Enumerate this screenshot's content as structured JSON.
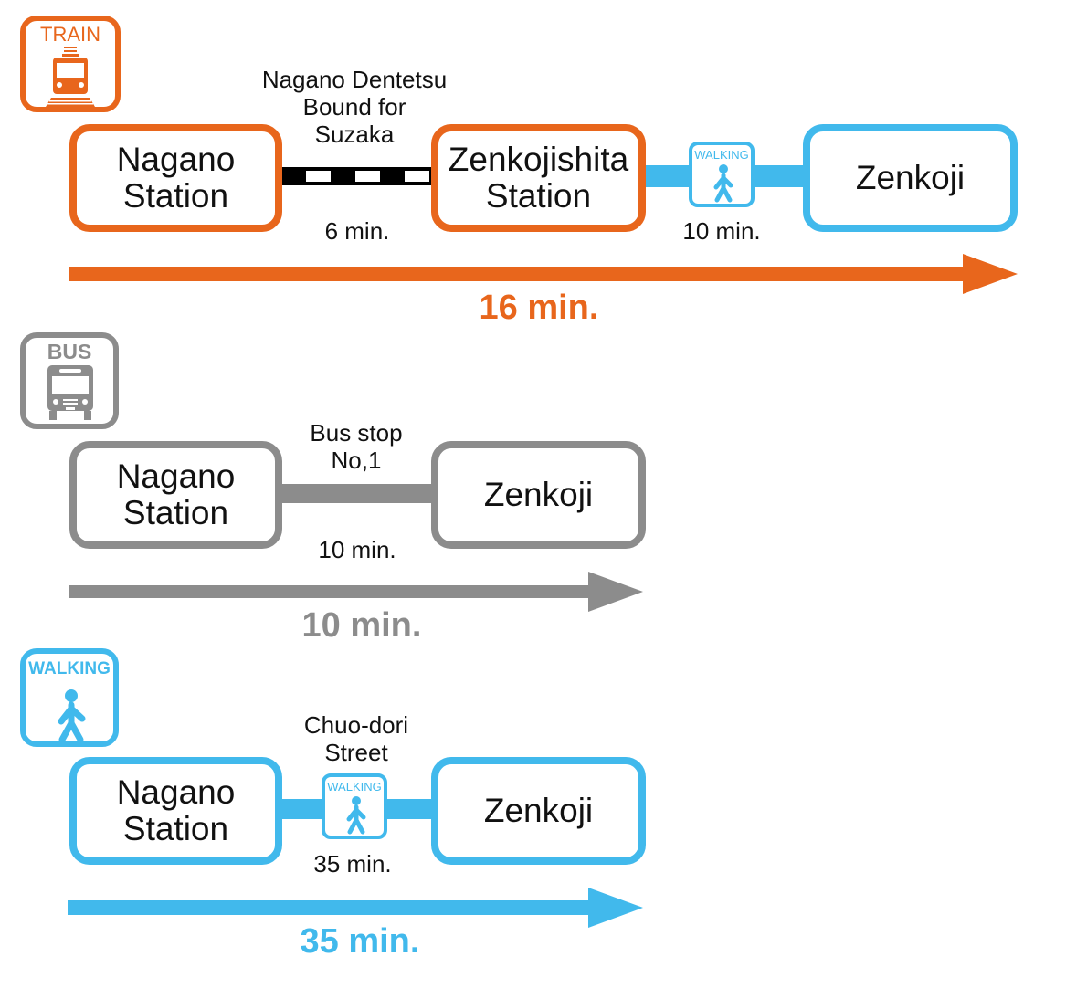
{
  "colors": {
    "train": "#e8661c",
    "walking": "#41b9ec",
    "bus": "#8c8c8c"
  },
  "train_route": {
    "mode_label": "TRAIN",
    "mode_icon": "train-icon",
    "origin": [
      "Nagano",
      "Station"
    ],
    "line_label": [
      "Nagano Dentetsu",
      "Bound for",
      "Suzaka"
    ],
    "line_time": "6 min.",
    "transfer": [
      "Zenkojishita",
      "Station"
    ],
    "walk_badge": "WALKING",
    "walk_time": "10 min.",
    "destination": "Zenkoji",
    "total": "16 min."
  },
  "bus_route": {
    "mode_label": "BUS",
    "mode_icon": "bus-icon",
    "origin": [
      "Nagano",
      "Station"
    ],
    "line_label": [
      "Bus stop",
      "No,1"
    ],
    "line_time": "10 min.",
    "destination": "Zenkoji",
    "total": "10 min."
  },
  "walk_route": {
    "mode_label": "WALKING",
    "mode_icon": "walking-person-icon",
    "origin": [
      "Nagano",
      "Station"
    ],
    "line_label": [
      "Chuo-dori",
      "Street"
    ],
    "walk_badge": "WALKING",
    "line_time": "35 min.",
    "destination": "Zenkoji",
    "total": "35 min."
  }
}
